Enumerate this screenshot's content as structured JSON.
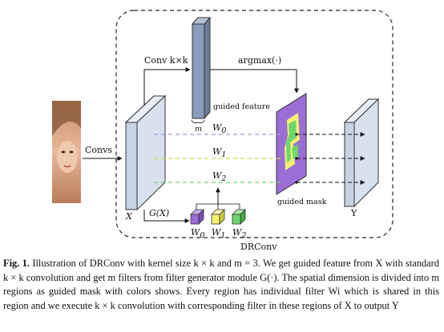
{
  "diagram": {
    "input_label": "Convs",
    "x_label": "X",
    "y_label": "Y",
    "conv_label": "Conv k×k",
    "argmax_label": "argmax(·)",
    "guided_feature_label": "guided feature",
    "m_label": "m",
    "guided_mask_label": "guided mask",
    "g_label": "G(X)",
    "block_label": "DRConv",
    "w_lines": [
      "W0",
      "W1",
      "W2"
    ],
    "filters": [
      "W0",
      "W1",
      "W2"
    ],
    "colors": {
      "purple": "#9b6ed6",
      "yellow": "#f3f070",
      "green": "#6dd66d",
      "sheet": "#8a9cbc",
      "cube_face": "#dde6f2"
    }
  },
  "caption": {
    "prefix": "Fig. 1.",
    "text": "Illustration of DRConv with kernel size k × k and m = 3. We get guided feature from X with standard k × k convolution and get m filters from filter generator module G(·). The spatial dimension is divided into m regions as guided mask with colors shows. Every region has individual filter Wi which is shared in this region and we execute k × k convolution with corresponding filter in these regions of X to output Y"
  }
}
